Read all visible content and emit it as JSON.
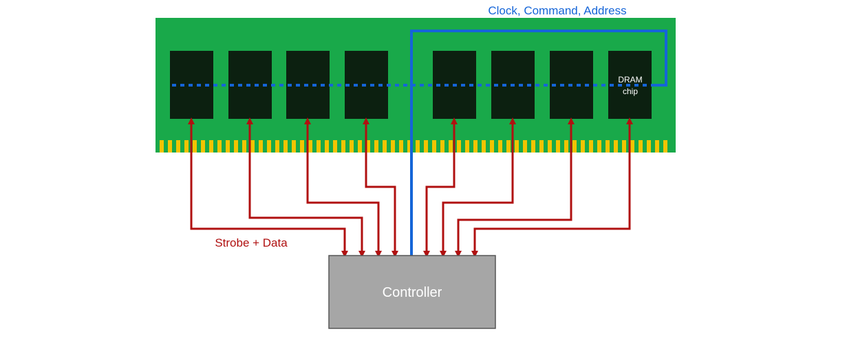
{
  "labels": {
    "clock_bus": "Clock, Command, Address",
    "data_bus": "Strobe + Data",
    "controller": "Controller",
    "dram_chip_line1": "DRAM",
    "dram_chip_line2": "chip"
  },
  "colors": {
    "pcb": "#19a94a",
    "chip": "#0c2010",
    "gold_pin": "#f2c400",
    "clock_line": "#1565d8",
    "data_arrow": "#b01010",
    "controller_fill": "#a6a6a6",
    "controller_border": "#555555",
    "controller_text": "#ffffff",
    "chip_text": "#ffffff"
  },
  "counts": {
    "dram_chips": 8,
    "data_lanes": 8
  }
}
